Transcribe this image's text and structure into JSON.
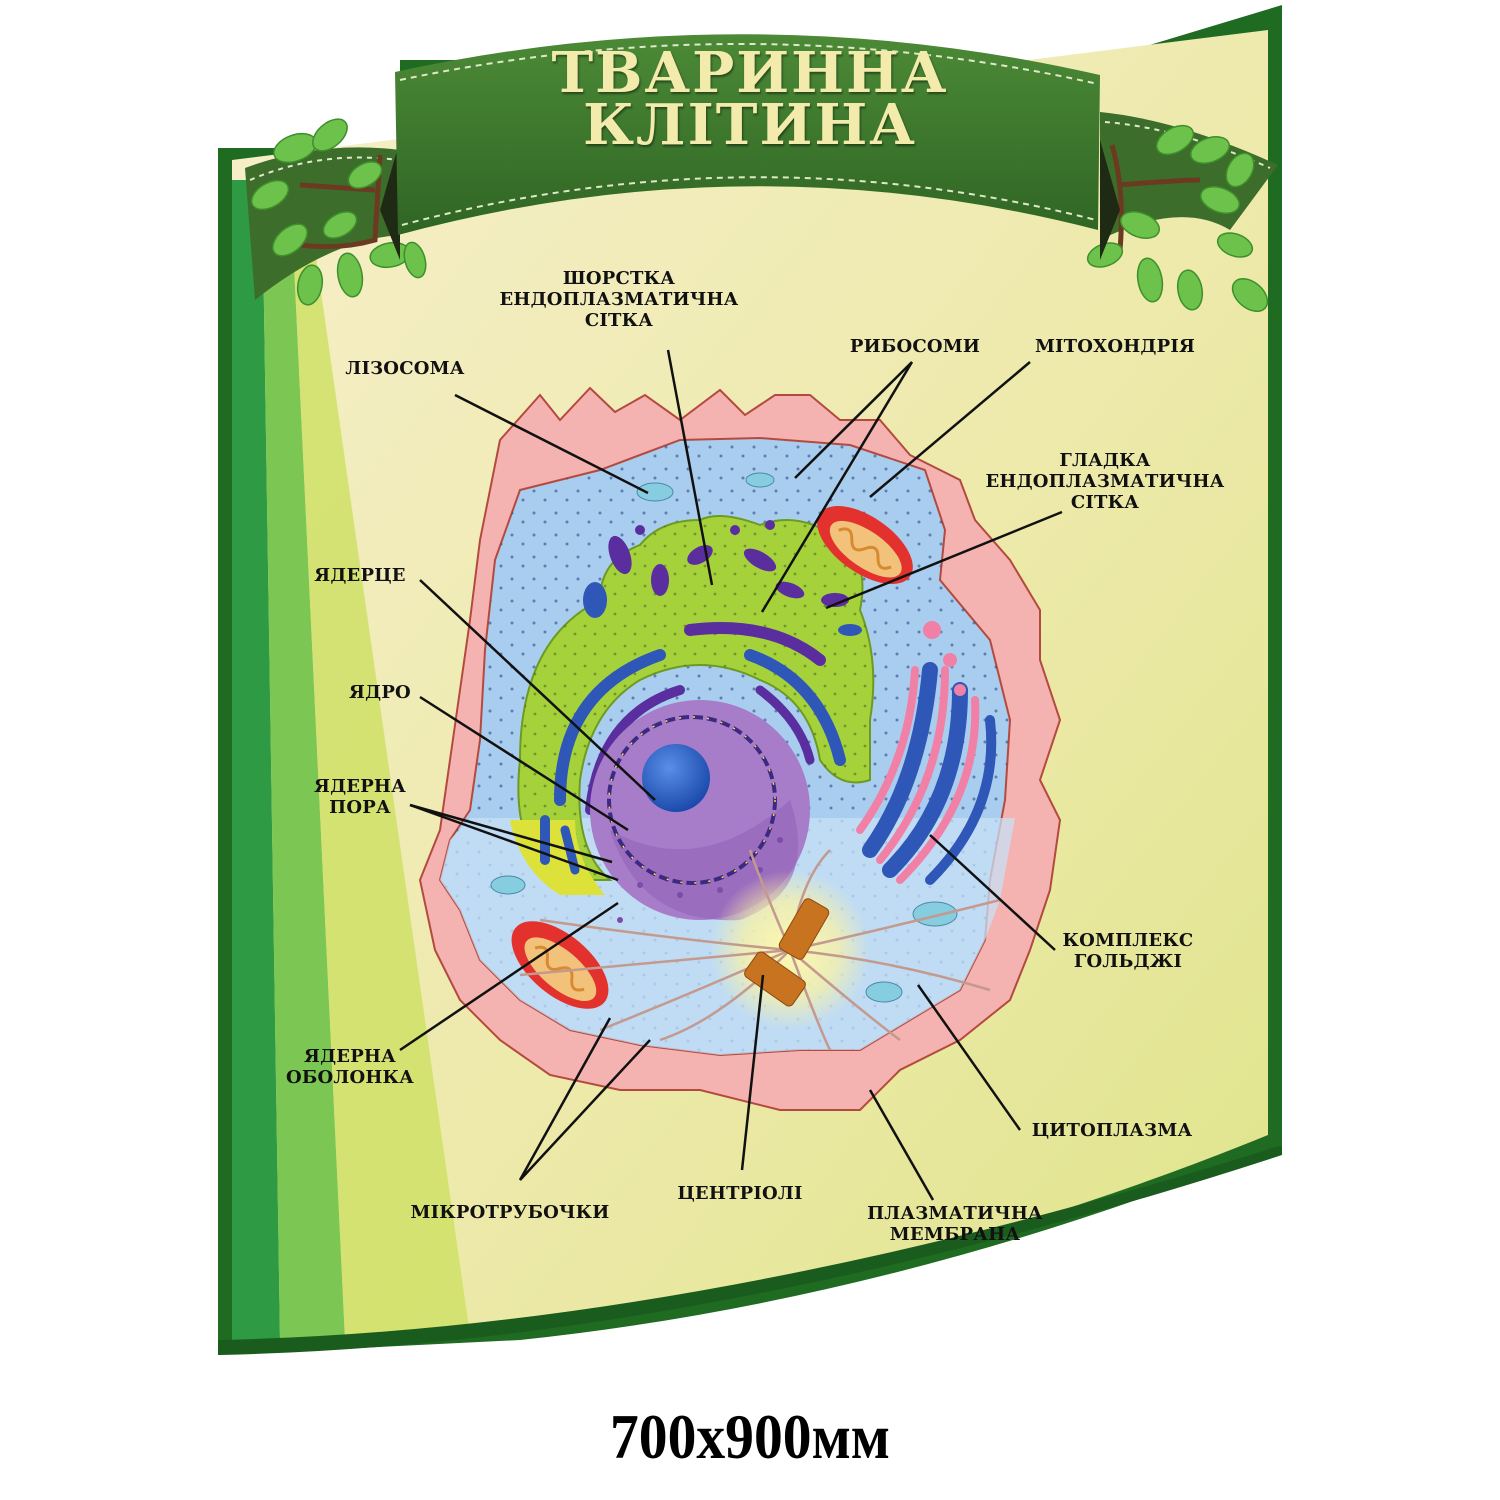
{
  "poster": {
    "title_line1": "ТВАРИННА",
    "title_line2": "КЛІТИНА",
    "size_caption": "700х900мм"
  },
  "labels": {
    "rough_er": [
      "ШОРСТКА",
      "ЕНДОПЛАЗМАТИЧНА",
      "СІТКА"
    ],
    "lysosome": [
      "ЛІЗОСОМА"
    ],
    "ribosomes": [
      "РИБОСОМИ"
    ],
    "mitochondria": [
      "МІТОХОНДРІЯ"
    ],
    "smooth_er": [
      "ГЛАДКА",
      "ЕНДОПЛАЗМАТИЧНА",
      "СІТКА"
    ],
    "nucleolus": [
      "ЯДЕРЦЕ"
    ],
    "nucleus": [
      "ЯДРО"
    ],
    "nuclear_pore": [
      "ЯДЕРНА",
      "ПОРА"
    ],
    "golgi": [
      "КОМПЛЕКС",
      "ГОЛЬДЖІ"
    ],
    "nuclear_envelope": [
      "ЯДЕРНА",
      "ОБОЛОНКА"
    ],
    "cytoplasm": [
      "ЦИТОПЛАЗМА"
    ],
    "microtubules": [
      "МІКРОТРУБОЧКИ"
    ],
    "centrioles": [
      "ЦЕНТРІОЛІ"
    ],
    "plasma_membrane": [
      "ПЛАЗМАТИЧНА",
      "МЕМБРАНА"
    ]
  },
  "colors": {
    "board_green": "#1f6b22",
    "panel_cream": "#f2ecbf",
    "banner_green": "#3f7a2e",
    "title_text": "#f3ebac",
    "membrane_pink": "#f4b3b0",
    "cytoplasm_blue": "#a9cdef",
    "er_green": "#a5d23a",
    "nucleus_purple": "#a77cc9",
    "nucleolus_blue": "#1f5cc0",
    "mitochondria_red": "#e3312e"
  }
}
